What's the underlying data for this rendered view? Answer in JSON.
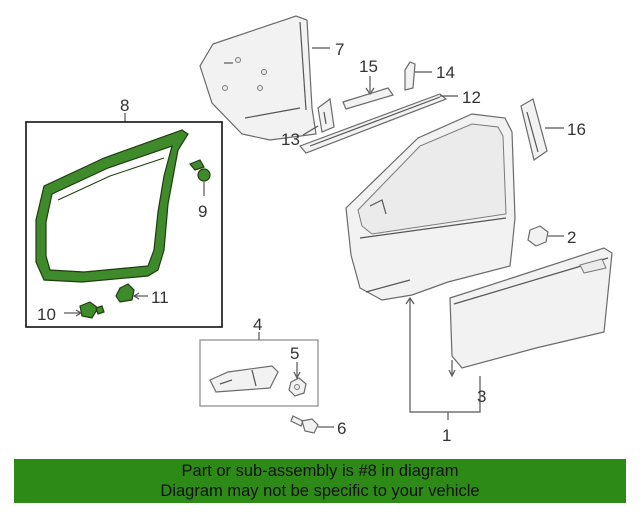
{
  "diagram": {
    "callouts": [
      {
        "id": "1",
        "label": "1"
      },
      {
        "id": "2",
        "label": "2"
      },
      {
        "id": "3",
        "label": "3"
      },
      {
        "id": "4",
        "label": "4"
      },
      {
        "id": "5",
        "label": "5"
      },
      {
        "id": "6",
        "label": "6"
      },
      {
        "id": "7",
        "label": "7"
      },
      {
        "id": "8",
        "label": "8"
      },
      {
        "id": "9",
        "label": "9"
      },
      {
        "id": "10",
        "label": "10"
      },
      {
        "id": "11",
        "label": "11"
      },
      {
        "id": "12",
        "label": "12"
      },
      {
        "id": "13",
        "label": "13"
      },
      {
        "id": "14",
        "label": "14"
      },
      {
        "id": "15",
        "label": "15"
      },
      {
        "id": "16",
        "label": "16"
      }
    ],
    "highlighted_part": "8",
    "highlight_color": "#3f8a2a"
  },
  "banner": {
    "line1": "Part or sub-assembly is #8 in diagram",
    "line2": "Diagram may not be specific to your vehicle",
    "background": "#2e8a16"
  }
}
